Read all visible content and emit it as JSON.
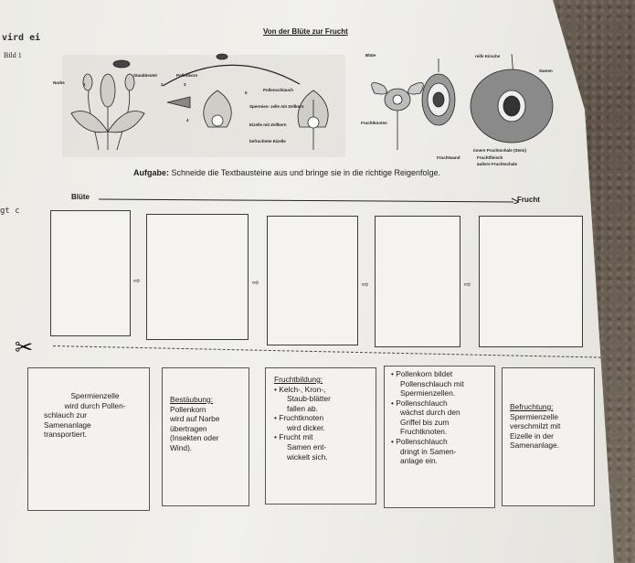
{
  "left_edge": {
    "top_fragment": "vird ei",
    "bild_label": "Bild 1",
    "fragment_2": "gt c"
  },
  "worksheet": {
    "title": "Von der Blüte zur Frucht",
    "task_label": "Aufgabe:",
    "task_text": "Schneide die Textbausteine aus und bringe sie in die richtige Reigenfolge.",
    "timeline_start": "Blüte",
    "timeline_end": "Frucht"
  },
  "diagram_labels": {
    "narbe": "Narbe",
    "staubbeutel": "Staubbeutel",
    "pollenkorn": "Pollenkorn",
    "pollenschlauch": "Pollenschlauch",
    "spermienzelle": "Spermien-\nzelle\nmit Zellkern",
    "eizelle": "Eizelle\nmit Zellkern",
    "befruchtete_eizelle": "befruchtete\nEizelle",
    "bluete": "Blüte",
    "fruchtknoten": "Fruchtknoten",
    "reife_kirsche": "reife Kirsche",
    "samen": "Samen",
    "innere_fruchtschale": "innere Fruchtschale (Stein)",
    "fruchtwand": "Fruchtwand",
    "fruchtfleisch": "Fruchtfleisch",
    "aeussere_fruchtschale": "äußere Fruchtschale",
    "num_1": "1",
    "num_2": "2",
    "num_3": "3",
    "num_4": "4",
    "num_5": "5"
  },
  "arrow_glyph": "⇨",
  "cards": [
    {
      "lines": [
        "Spermienzelle",
        "wird durch Pollen-",
        "schlauch zur",
        "Samenanlage",
        "transportiert."
      ]
    },
    {
      "heading": "Bestäubung:",
      "lines": [
        "Pollenkorn",
        "wird auf Narbe",
        "übertragen",
        "(Insekten oder",
        "Wind)."
      ]
    },
    {
      "heading": "Fruchtbildung:",
      "bullets": [
        "Kelch-, Kron-,",
        "Staub-blätter",
        "fallen ab.",
        "Fruchtknoten",
        "wird dicker.",
        "Frucht mit",
        "Samen ent-",
        "wickelt sich."
      ]
    },
    {
      "bullets": [
        "Pollenkorn bildet",
        "Pollenschlauch mit",
        "Spermienzellen.",
        "Pollenschlauch",
        "wächst durch den",
        "Griffel bis zum",
        "Fruchtknoten.",
        "Pollenschlauch",
        "dringt in Samen-",
        "anlage ein."
      ]
    },
    {
      "heading": "Befruchtung:",
      "lines": [
        "Spermienzelle",
        "verschmilzt mit",
        "Eizelle in der",
        "Samenanlage."
      ]
    }
  ]
}
